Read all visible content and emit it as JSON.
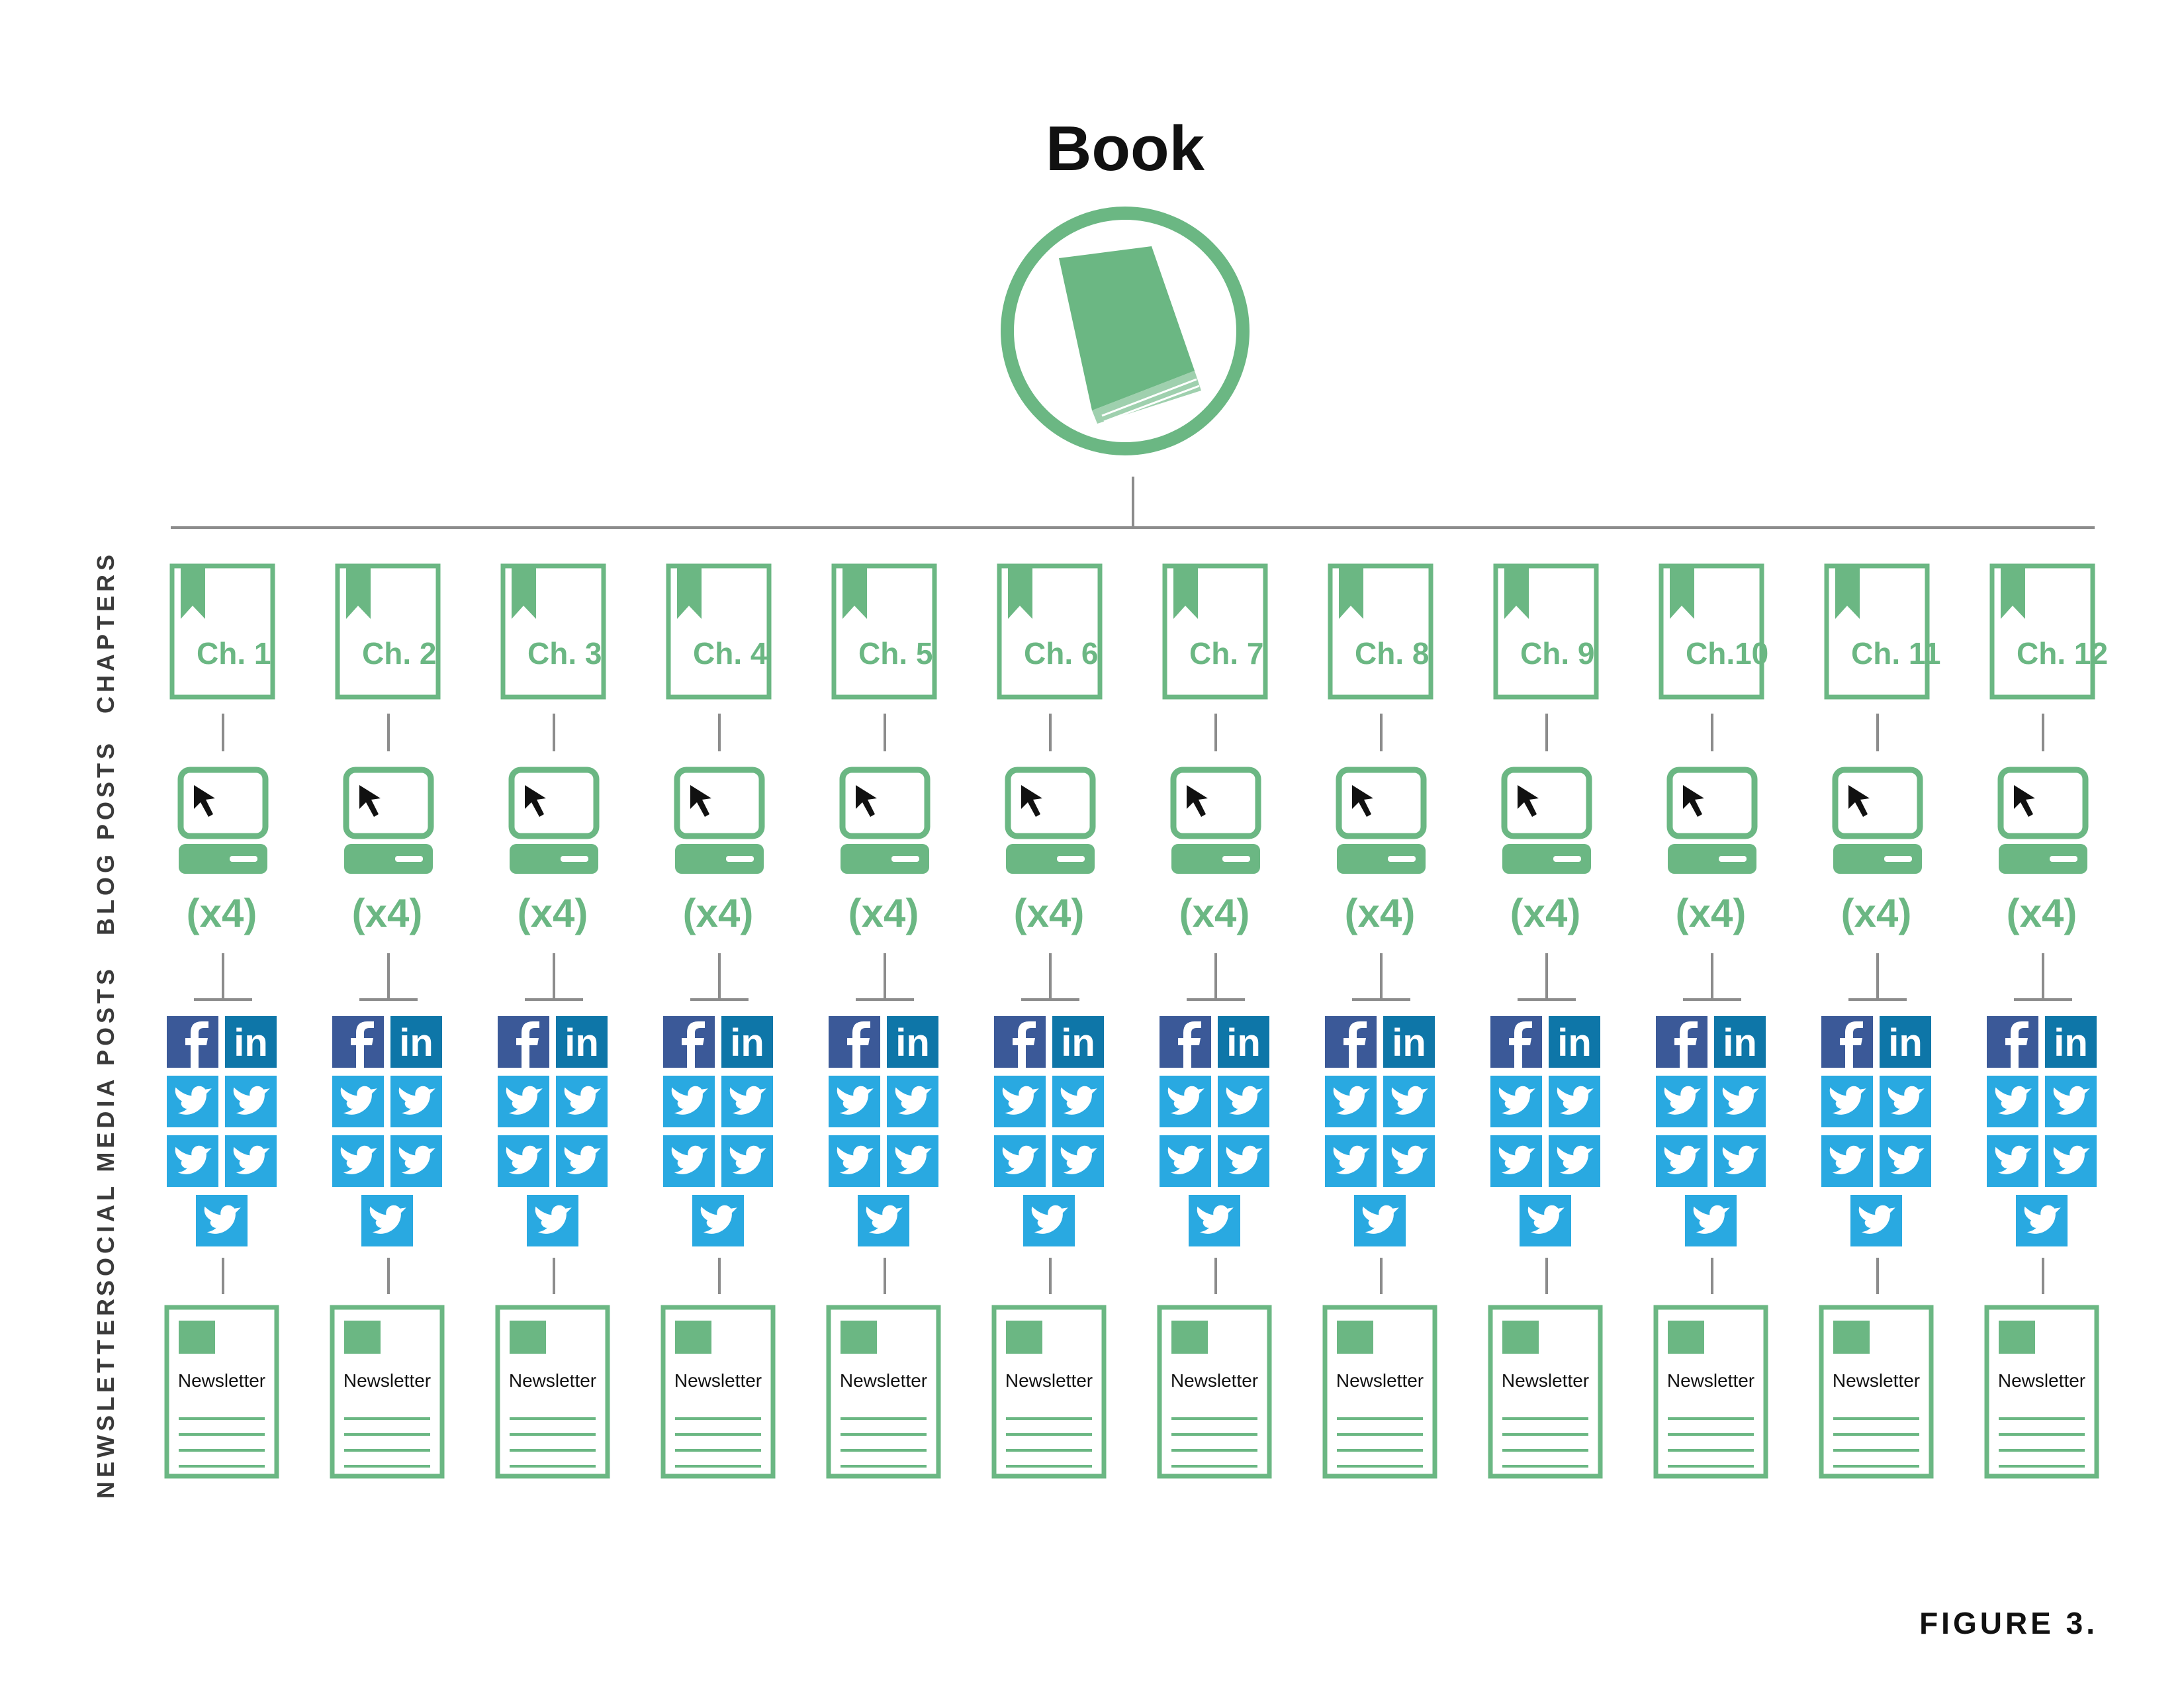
{
  "title": "Book",
  "figure_label": "FIGURE 3.",
  "row_labels": {
    "chapters": "CHAPTERS",
    "blog_posts": "BLOG POSTS",
    "social_media_posts": "SOCIAL MEDIA POSTS",
    "newsletter": "NEWSLETTER"
  },
  "columns": [
    {
      "chapter": "Ch. 1",
      "multiplier": "(x4)",
      "newsletter": "Newsletter"
    },
    {
      "chapter": "Ch. 2",
      "multiplier": "(x4)",
      "newsletter": "Newsletter"
    },
    {
      "chapter": "Ch. 3",
      "multiplier": "(x4)",
      "newsletter": "Newsletter"
    },
    {
      "chapter": "Ch. 4",
      "multiplier": "(x4)",
      "newsletter": "Newsletter"
    },
    {
      "chapter": "Ch. 5",
      "multiplier": "(x4)",
      "newsletter": "Newsletter"
    },
    {
      "chapter": "Ch. 6",
      "multiplier": "(x4)",
      "newsletter": "Newsletter"
    },
    {
      "chapter": "Ch. 7",
      "multiplier": "(x4)",
      "newsletter": "Newsletter"
    },
    {
      "chapter": "Ch. 8",
      "multiplier": "(x4)",
      "newsletter": "Newsletter"
    },
    {
      "chapter": "Ch. 9",
      "multiplier": "(x4)",
      "newsletter": "Newsletter"
    },
    {
      "chapter": "Ch.10",
      "multiplier": "(x4)",
      "newsletter": "Newsletter"
    },
    {
      "chapter": "Ch. 11",
      "multiplier": "(x4)",
      "newsletter": "Newsletter"
    },
    {
      "chapter": "Ch. 12",
      "multiplier": "(x4)",
      "newsletter": "Newsletter"
    }
  ],
  "icons": {
    "book": "book-icon",
    "chapter": "bookmarked-page-icon",
    "blog": "computer-cursor-icon",
    "facebook": "facebook-icon",
    "linkedin": "linkedin-icon",
    "twitter": "twitter-icon",
    "newsletter": "newsletter-icon"
  },
  "colors": {
    "green": "#6bb783",
    "gray_line": "#8c8c8c",
    "facebook": "#3b5998",
    "linkedin": "#0e76a8",
    "twitter": "#29a9e1",
    "text": "#111111"
  }
}
